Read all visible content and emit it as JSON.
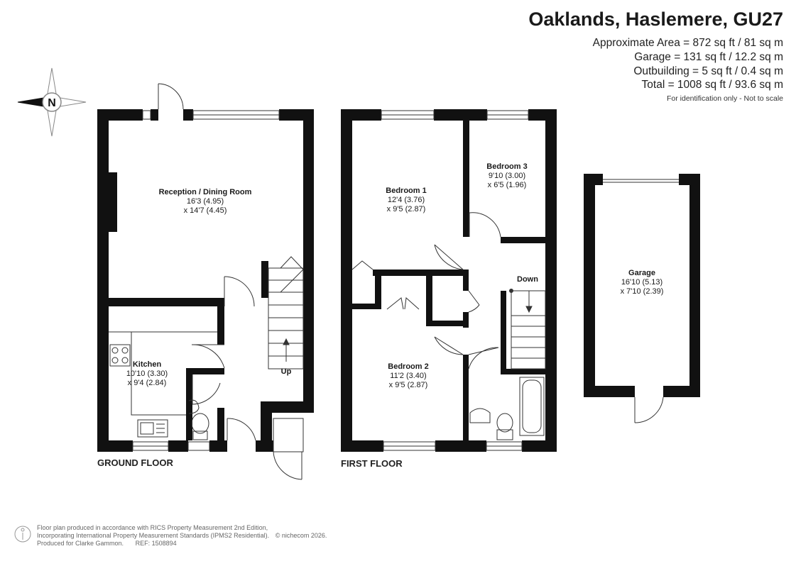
{
  "header": {
    "title": "Oaklands, Haslemere, GU27",
    "area_lines": [
      "Approximate Area = 872 sq ft / 81 sq m",
      "Garage = 131 sq ft / 12.2 sq m",
      "Outbuilding = 5 sq ft / 0.4 sq m",
      "Total = 1008 sq ft / 93.6 sq m"
    ],
    "note": "For identification only - Not to scale"
  },
  "compass": {
    "label": "N",
    "icon": "compass-north-icon"
  },
  "ground_floor": {
    "label": "GROUND FLOOR",
    "stairs_label": "Up",
    "rooms": {
      "reception": {
        "name": "Reception / Dining Room",
        "dim1": "16'3 (4.95)",
        "dim2": "x 14'7 (4.45)"
      },
      "kitchen": {
        "name": "Kitchen",
        "dim1": "10'10 (3.30)",
        "dim2": "x 9'4 (2.84)"
      }
    }
  },
  "first_floor": {
    "label": "FIRST FLOOR",
    "stairs_label": "Down",
    "rooms": {
      "bedroom1": {
        "name": "Bedroom 1",
        "dim1": "12'4 (3.76)",
        "dim2": "x 9'5 (2.87)"
      },
      "bedroom2": {
        "name": "Bedroom 2",
        "dim1": "11'2 (3.40)",
        "dim2": "x 9'5 (2.87)"
      },
      "bedroom3": {
        "name": "Bedroom 3",
        "dim1": "9'10 (3.00)",
        "dim2": "x 6'5 (1.96)"
      }
    }
  },
  "garage": {
    "name": "Garage",
    "dim1": "16'10 (5.13)",
    "dim2": "x 7'10 (2.39)"
  },
  "footer": {
    "line1": "Floor plan produced in accordance with RICS Property Measurement 2nd Edition,",
    "line2": "Incorporating International Property Measurement Standards (IPMS2 Residential).",
    "copyright": "© nichecom 2026.",
    "line3": "Produced for Clarke Gammon.",
    "ref": "REF:  1508894"
  }
}
